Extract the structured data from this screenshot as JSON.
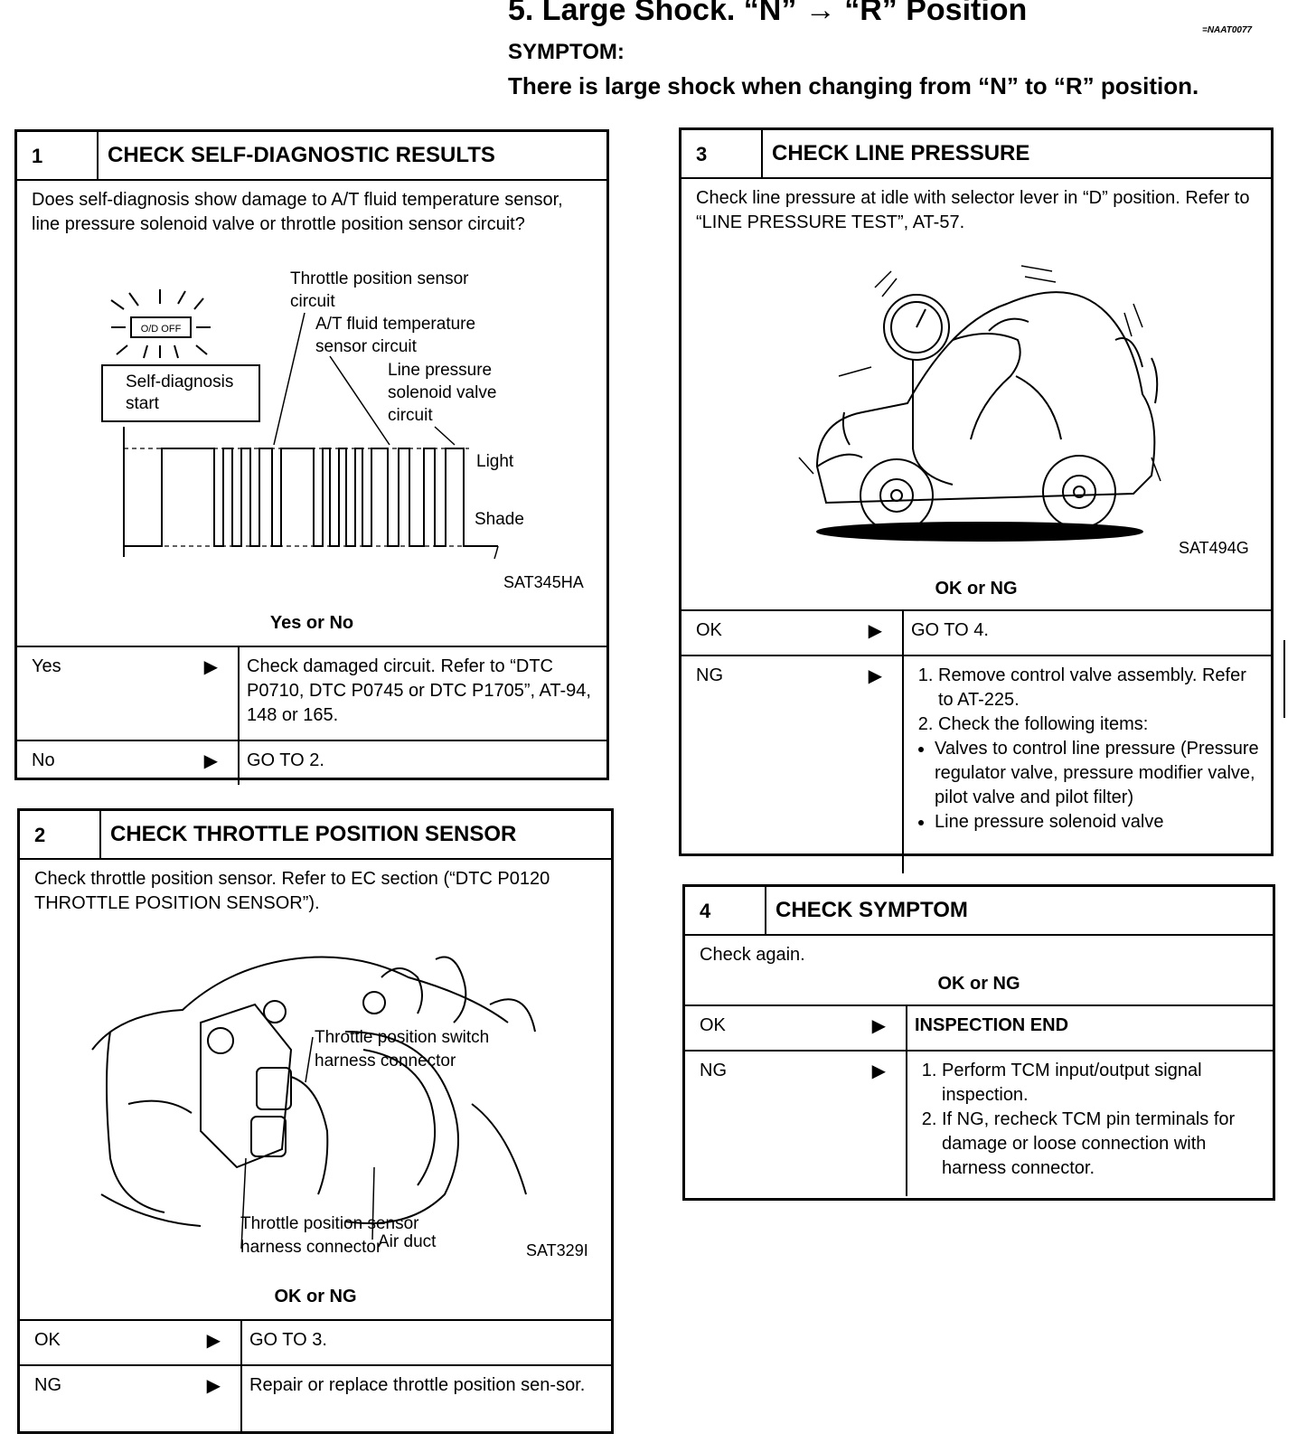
{
  "header": {
    "title": "5. Large Shock. “N” → “R” Position",
    "code": "=NAAT0077",
    "symptom_label": "SYMPTOM:",
    "symptom_text": "There is large shock when changing from “N” to “R” position."
  },
  "steps": [
    {
      "num": "1",
      "title": "CHECK SELF-DIAGNOSTIC RESULTS",
      "body": "Does self-diagnosis show damage to A/T fluid temperature sensor, line pressure solenoid valve or throttle position sensor circuit?",
      "figure": {
        "code": "SAT345HA",
        "lamp": "O/D OFF",
        "start_label": [
          "Self-diagnosis",
          "start"
        ],
        "tps_label": [
          "Throttle position sensor",
          "circuit"
        ],
        "atf_label": [
          "A/T fluid temperature",
          "sensor circuit"
        ],
        "lps_label": [
          "Line pressure",
          "solenoid valve",
          "circuit"
        ],
        "light": "Light",
        "shade": "Shade"
      },
      "question": "Yes or No",
      "rows": [
        {
          "label": "Yes",
          "arrow": "▶",
          "text": "Check damaged circuit. Refer to “DTC P0710, DTC P0745 or DTC P1705”, AT-94, 148 or 165."
        },
        {
          "label": "No",
          "arrow": "▶",
          "text": "GO TO 2."
        }
      ]
    },
    {
      "num": "2",
      "title": "CHECK THROTTLE POSITION SENSOR",
      "body": "Check throttle position sensor. Refer to EC section (“DTC P0120 THROTTLE POSITION SENSOR”).",
      "figure": {
        "code": "SAT329I",
        "switch_label": [
          "Throttle position switch",
          "harness connector"
        ],
        "duct_label": "Air duct",
        "sensor_label": [
          "Throttle position sensor",
          "harness connector"
        ]
      },
      "question": "OK or NG",
      "rows": [
        {
          "label": "OK",
          "arrow": "▶",
          "text": "GO TO 3."
        },
        {
          "label": "NG",
          "arrow": "▶",
          "text": "Repair or replace throttle position sen-sor."
        }
      ]
    },
    {
      "num": "3",
      "title": "CHECK LINE PRESSURE",
      "body": "Check line pressure at idle with selector lever in “D” position. Refer to “LINE PRESSURE TEST”, AT-57.",
      "figure": {
        "code": "SAT494G"
      },
      "question": "OK or NG",
      "rows": [
        {
          "label": "OK",
          "arrow": "▶",
          "text": "GO TO 4."
        },
        {
          "label": "NG",
          "arrow": "▶",
          "steps": [
            "Remove control valve assembly. Refer to AT-225.",
            "Check the following items:"
          ],
          "bullets": [
            "Valves to control line pressure (Pressure regulator valve, pressure modifier valve, pilot valve and pilot filter)",
            "Line pressure solenoid valve"
          ]
        }
      ]
    },
    {
      "num": "4",
      "title": "CHECK SYMPTOM",
      "body": "Check again.",
      "question": "OK or NG",
      "rows": [
        {
          "label": "OK",
          "arrow": "▶",
          "text": "INSPECTION END"
        },
        {
          "label": "NG",
          "arrow": "▶",
          "steps": [
            "Perform TCM input/output signal inspection.",
            "If NG, recheck TCM pin terminals for damage or loose connection with harness connector."
          ]
        }
      ]
    }
  ]
}
